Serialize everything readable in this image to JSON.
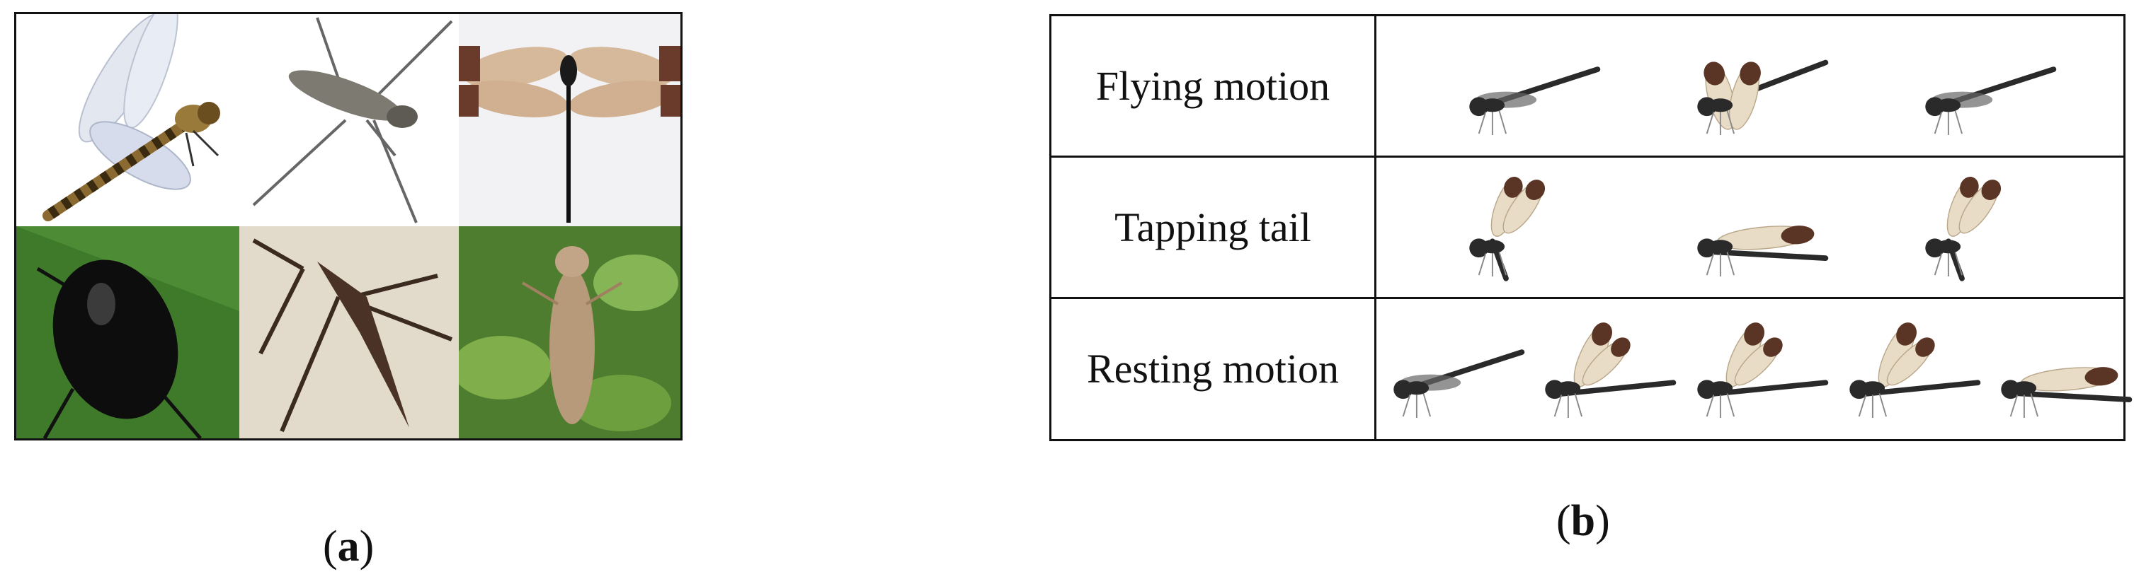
{
  "panel_a": {
    "caption_letter": "a",
    "tiles": [
      {
        "name": "dragonfly",
        "bg": "#ffffff",
        "body": "#8a6a30",
        "wing": "#dfe4ee"
      },
      {
        "name": "water-strider",
        "bg": "#ffffff",
        "body": "#7d7a72",
        "wing": "none"
      },
      {
        "name": "damselfly",
        "bg": "#f2f2f4",
        "body": "#1a1a1a",
        "wing": "#caa88a"
      },
      {
        "name": "diving-beetle",
        "bg": "#3f7a2a",
        "body": "#0d0d0d",
        "wing": "none"
      },
      {
        "name": "water-scorpion",
        "bg": "#d8d0c0",
        "body": "#4a3326",
        "wing": "none"
      },
      {
        "name": "nymph-exuvia",
        "bg": "#5e8a3a",
        "body": "#b79a7a",
        "wing": "none"
      }
    ]
  },
  "panel_b": {
    "caption_letter": "b",
    "rows": [
      {
        "label": "Flying motion",
        "sprites": [
          "side",
          "spread",
          "side"
        ]
      },
      {
        "label": "Tapping tail",
        "sprites": [
          "up",
          "flat",
          "up"
        ]
      },
      {
        "label": "Resting motion",
        "sprites": [
          "side",
          "raised",
          "raised",
          "raised",
          "flat"
        ]
      }
    ],
    "colors": {
      "body": "#2a2a2a",
      "wing_light": "#e9dcc6",
      "wing_dark": "#5a3424"
    }
  }
}
